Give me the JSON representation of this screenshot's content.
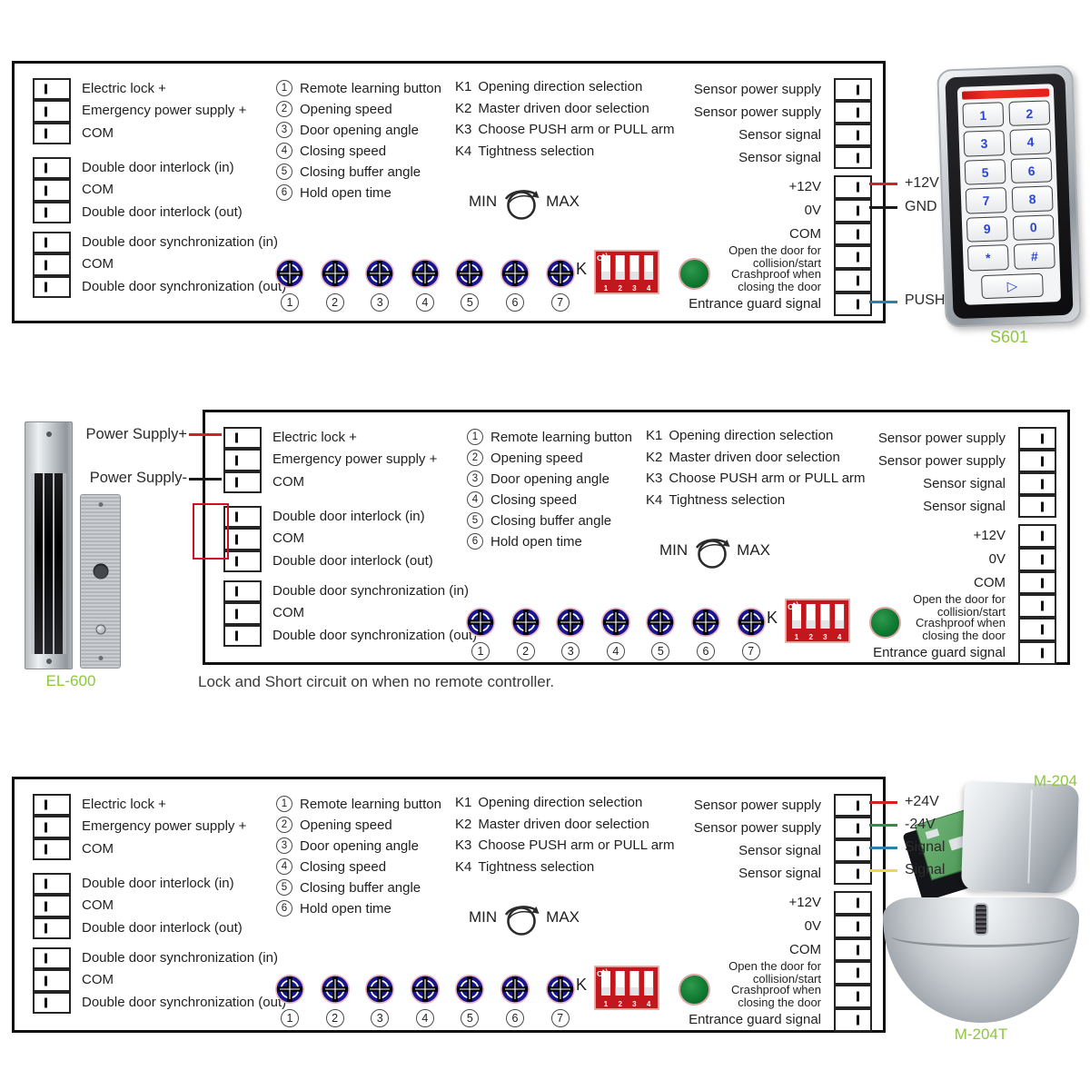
{
  "device_label_color": "#8dc63f",
  "board": {
    "left_terminal_groups": [
      [
        "Electric lock +",
        "Emergency power supply +",
        "COM"
      ],
      [
        "Double door interlock (in)",
        "COM",
        "Double door interlock (out)"
      ],
      [
        "Double door synchronization (in)",
        "COM",
        "Double door synchronization (out)"
      ]
    ],
    "adjust_items": [
      {
        "num": "1",
        "label": "Remote learning button"
      },
      {
        "num": "2",
        "label": "Opening speed"
      },
      {
        "num": "3",
        "label": "Door opening angle"
      },
      {
        "num": "4",
        "label": "Closing speed"
      },
      {
        "num": "5",
        "label": "Closing buffer angle"
      },
      {
        "num": "6",
        "label": "Hold open time"
      }
    ],
    "k_items": [
      {
        "key": "K1",
        "label": "Opening direction selection"
      },
      {
        "key": "K2",
        "label": "Master driven door selection"
      },
      {
        "key": "K3",
        "label": "Choose PUSH arm or PULL arm"
      },
      {
        "key": "K4",
        "label": "Tightness selection"
      }
    ],
    "knob": {
      "min": "MIN",
      "max": "MAX"
    },
    "pot_numbers": [
      "1",
      "2",
      "3",
      "4",
      "5",
      "6",
      "7"
    ],
    "dip_switch": {
      "label": "K",
      "on": "ON",
      "numbers": [
        "1",
        "2",
        "3",
        "4"
      ],
      "body_color": "#c2181d"
    },
    "right_terminals_top": [
      "Sensor power supply",
      "Sensor power supply",
      "Sensor signal",
      "Sensor signal"
    ],
    "right_terminals_bottom": [
      "+12V",
      "0V",
      "COM",
      [
        "Open the door for",
        "collision/start"
      ],
      [
        "Crashproof when",
        "closing the door"
      ],
      "Entrance guard signal"
    ]
  },
  "board1": {
    "wires": [
      {
        "label": "+12V",
        "color": "#c9252c"
      },
      {
        "label": "GND",
        "color": "#1a1a1a"
      },
      {
        "label": "PUSH",
        "color": "#2b7fae"
      }
    ]
  },
  "board2": {
    "power_supply_plus": {
      "label": "Power Supply+",
      "color": "#c9252c"
    },
    "power_supply_minus": {
      "label": "Power Supply-",
      "color": "#1a1a1a"
    },
    "short_circuit_color": "#cc1122",
    "caption": "Lock and Short circuit on when no remote controller.",
    "device": {
      "label": "EL-600"
    }
  },
  "board3": {
    "wires": [
      {
        "label": "+24V",
        "color": "#d42027"
      },
      {
        "label": "-24V",
        "color": "#2c9147"
      },
      {
        "label": "Signal",
        "color": "#2b7fae"
      },
      {
        "label": "Signal",
        "color": "#ecd94a"
      }
    ],
    "devices": [
      {
        "label": "M-204"
      },
      {
        "label": "M-204T"
      }
    ]
  },
  "s601": {
    "label": "S601",
    "keys": [
      "1",
      "2",
      "3",
      "4",
      "5",
      "6",
      "7",
      "8",
      "9",
      "0",
      "*",
      "#"
    ],
    "bell_key": "▷"
  },
  "colors": {
    "pot_body": "#16168e",
    "button_green": "#117a31",
    "stripe_red": "#e02018"
  }
}
